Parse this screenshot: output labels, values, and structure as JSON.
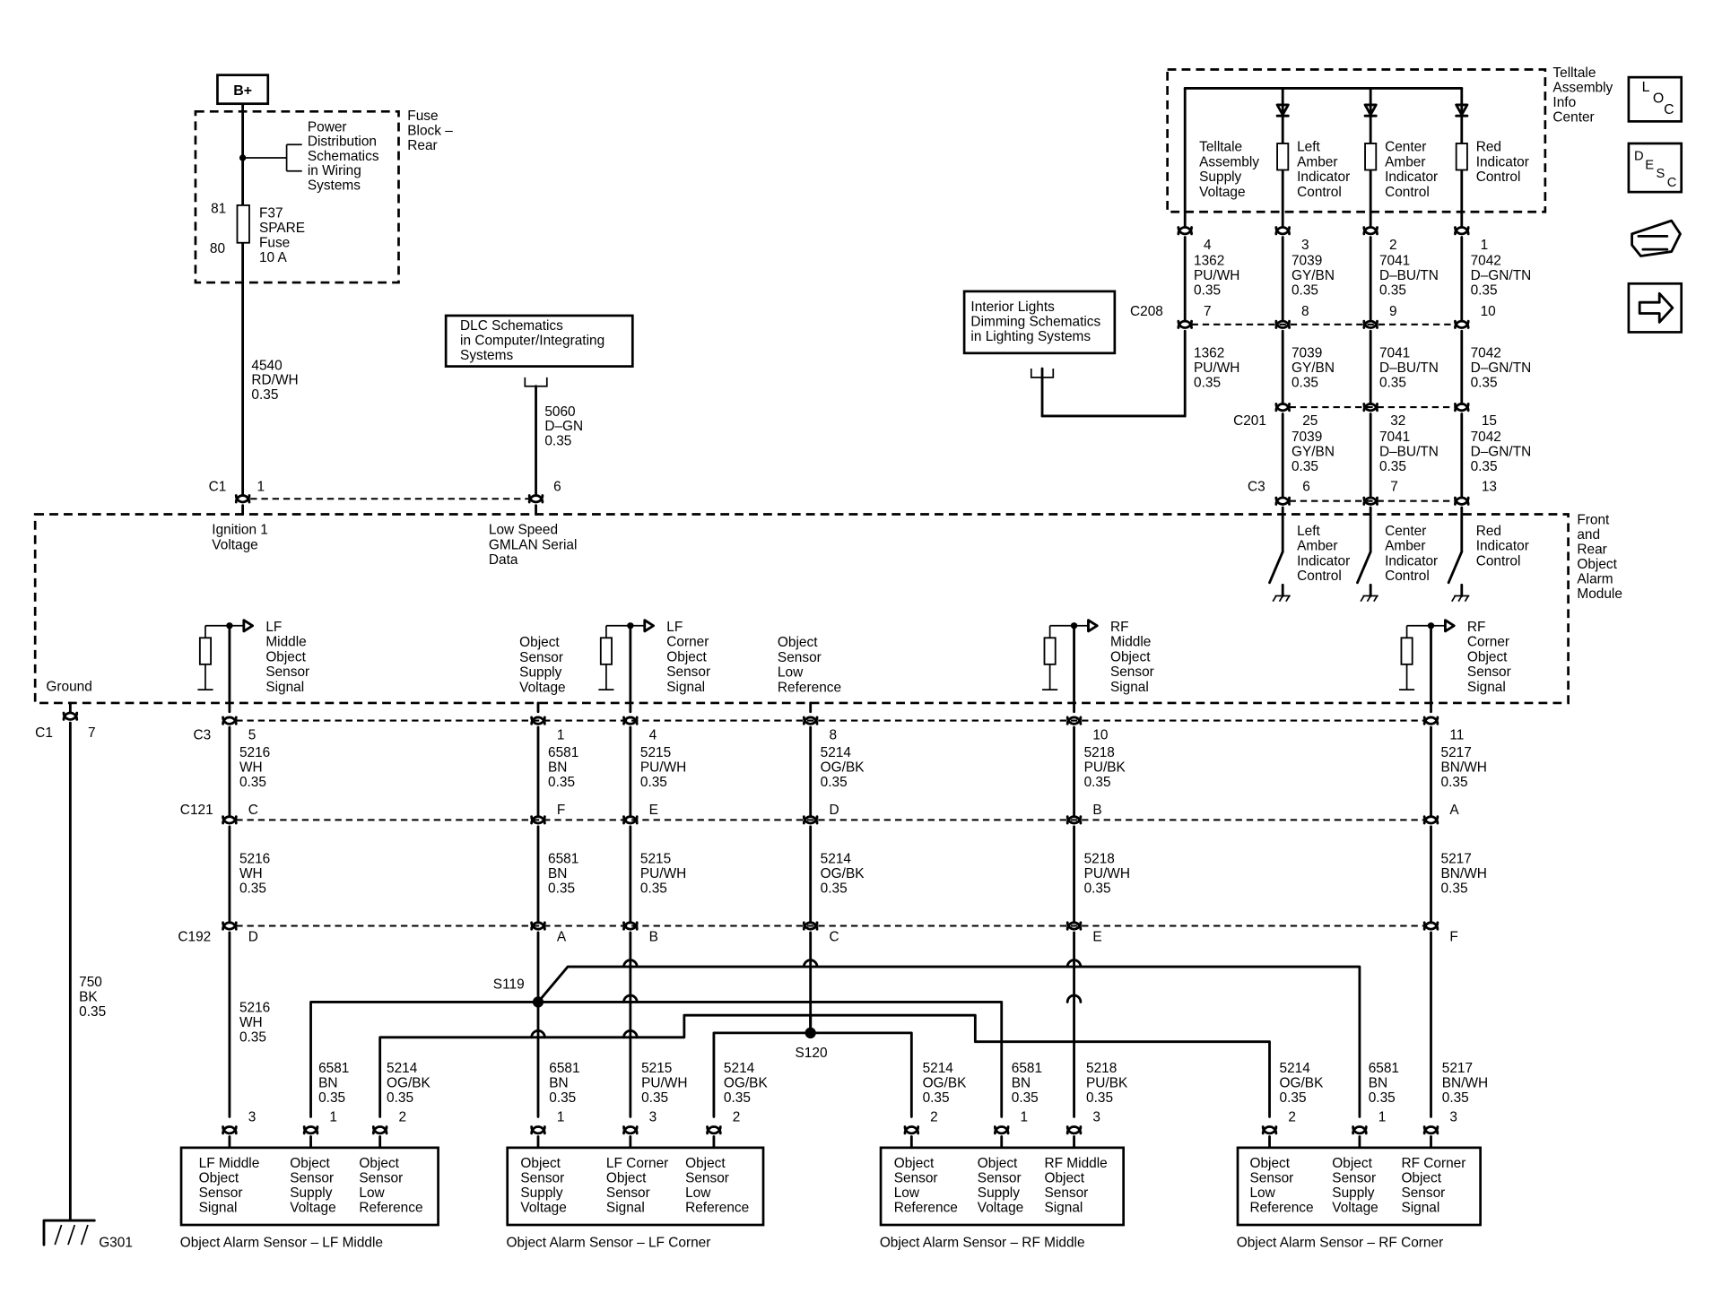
{
  "power": {
    "bplus": "B+",
    "fuse_block_label": [
      "Fuse",
      "Block –",
      "Rear"
    ],
    "power_dist_note": [
      "Power",
      "Distribution",
      "Schematics",
      "in Wiring",
      "Systems"
    ],
    "fuse_pin_in": "81",
    "fuse_pin_out": "80",
    "fuse_label": [
      "F37",
      "SPARE",
      "Fuse",
      "10 A"
    ],
    "wire_4540": [
      "4540",
      "RD/WH",
      "0.35"
    ]
  },
  "dlc": {
    "label": [
      "DLC Schematics",
      "in Computer/Integrating",
      "Systems"
    ],
    "wire_5060": [
      "5060",
      "D–GN",
      "0.35"
    ]
  },
  "module_top": {
    "c1_label": "C1",
    "c1_pin": "1",
    "c1_pin6": "6",
    "ign_label": [
      "Ignition 1",
      "Voltage"
    ],
    "gmlan_label": [
      "Low Speed",
      "GMLAN Serial",
      "Data"
    ]
  },
  "telltale": {
    "name": [
      "Telltale",
      "Assembly",
      "Info",
      "Center"
    ],
    "supply": [
      "Telltale",
      "Assembly",
      "Supply",
      "Voltage"
    ],
    "left": [
      "Left",
      "Amber",
      "Indicator",
      "Control"
    ],
    "center": [
      "Center",
      "Amber",
      "Indicator",
      "Control"
    ],
    "red": [
      "Red",
      "Indicator",
      "Control"
    ],
    "pins": [
      "4",
      "3",
      "2",
      "1"
    ],
    "wires_top": [
      [
        "1362",
        "PU/WH",
        "0.35"
      ],
      [
        "7039",
        "GY/BN",
        "0.35"
      ],
      [
        "7041",
        "D–BU/TN",
        "0.35"
      ],
      [
        "7042",
        "D–GN/TN",
        "0.35"
      ]
    ],
    "c208_label": "C208",
    "c208_pins": [
      "7",
      "8",
      "9",
      "10"
    ],
    "wires_mid": [
      [
        "1362",
        "PU/WH",
        "0.35"
      ],
      [
        "7039",
        "GY/BN",
        "0.35"
      ],
      [
        "7041",
        "D–BU/TN",
        "0.35"
      ],
      [
        "7042",
        "D–GN/TN",
        "0.35"
      ]
    ],
    "c201_label": "C201",
    "c201_pins": [
      "25",
      "32",
      "15"
    ],
    "wires_c201": [
      [
        "7039",
        "GY/BN",
        "0.35"
      ],
      [
        "7041",
        "D–BU/TN",
        "0.35"
      ],
      [
        "7042",
        "D–GN/TN",
        "0.35"
      ]
    ],
    "c3_label": "C3",
    "c3_pins": [
      "6",
      "7",
      "13"
    ],
    "interior_lights": [
      "Interior Lights",
      "Dimming Schematics",
      "in Lighting Systems"
    ]
  },
  "module": {
    "name": [
      "Front",
      "and",
      "Rear",
      "Object",
      "Alarm",
      "Module"
    ],
    "left_amber": [
      "Left",
      "Amber",
      "Indicator",
      "Control"
    ],
    "center_amber": [
      "Center",
      "Amber",
      "Indicator",
      "Control"
    ],
    "red_ind": [
      "Red",
      "Indicator",
      "Control"
    ],
    "ground": "Ground",
    "lf_middle": [
      "LF",
      "Middle",
      "Object",
      "Sensor",
      "Signal"
    ],
    "supply": [
      "Object",
      "Sensor",
      "Supply",
      "Voltage"
    ],
    "lf_corner": [
      "LF",
      "Corner",
      "Object",
      "Sensor",
      "Signal"
    ],
    "low_ref": [
      "Object",
      "Sensor",
      "Low",
      "Reference"
    ],
    "rf_middle": [
      "RF",
      "Middle",
      "Object",
      "Sensor",
      "Signal"
    ],
    "rf_corner": [
      "RF",
      "Corner",
      "Object",
      "Sensor",
      "Signal"
    ]
  },
  "ground": {
    "c1_label": "C1",
    "c1_pin": "7",
    "wire_750": [
      "750",
      "BK",
      "0.35"
    ],
    "g301": "G301"
  },
  "connectors": {
    "c3_label": "C3",
    "c3_pins": [
      "5",
      "1",
      "4",
      "8",
      "10",
      "11"
    ],
    "wires_c3": [
      [
        "5216",
        "WH",
        "0.35"
      ],
      [
        "6581",
        "BN",
        "0.35"
      ],
      [
        "5215",
        "PU/WH",
        "0.35"
      ],
      [
        "5214",
        "OG/BK",
        "0.35"
      ],
      [
        "5218",
        "PU/BK",
        "0.35"
      ],
      [
        "5217",
        "BN/WH",
        "0.35"
      ]
    ],
    "c121_label": "C121",
    "c121_pins": [
      "C",
      "F",
      "E",
      "D",
      "B",
      "A"
    ],
    "wires_c121": [
      [
        "5216",
        "WH",
        "0.35"
      ],
      [
        "6581",
        "BN",
        "0.35"
      ],
      [
        "5215",
        "PU/WH",
        "0.35"
      ],
      [
        "5214",
        "OG/BK",
        "0.35"
      ],
      [
        "5218",
        "PU/WH",
        "0.35"
      ],
      [
        "5217",
        "BN/WH",
        "0.35"
      ]
    ],
    "c192_label": "C192",
    "c192_pins": [
      "D",
      "A",
      "B",
      "C",
      "E",
      "F"
    ]
  },
  "lower": {
    "s119": "S119",
    "s120": "S120",
    "wire_5216": [
      "5216",
      "WH",
      "0.35"
    ],
    "lfm_wires": [
      [
        "6581",
        "BN",
        "0.35"
      ],
      [
        "5214",
        "OG/BK",
        "0.35"
      ]
    ],
    "lfc_wires": [
      [
        "6581",
        "BN",
        "0.35"
      ],
      [
        "5215",
        "PU/WH",
        "0.35"
      ],
      [
        "5214",
        "OG/BK",
        "0.35"
      ]
    ],
    "rfm_wires": [
      [
        "5214",
        "OG/BK",
        "0.35"
      ],
      [
        "6581",
        "BN",
        "0.35"
      ],
      [
        "5218",
        "PU/BK",
        "0.35"
      ]
    ],
    "rfc_wires": [
      [
        "5214",
        "OG/BK",
        "0.35"
      ],
      [
        "6581",
        "BN",
        "0.35"
      ],
      [
        "5217",
        "BN/WH",
        "0.35"
      ]
    ]
  },
  "sensors": [
    {
      "title": "Object Alarm Sensor – LF Middle",
      "pins": [
        "3",
        "1",
        "2"
      ],
      "cols": [
        [
          "LF Middle",
          "Object",
          "Sensor",
          "Signal"
        ],
        [
          "Object",
          "Sensor",
          "Supply",
          "Voltage"
        ],
        [
          "Object",
          "Sensor",
          "Low",
          "Reference"
        ]
      ]
    },
    {
      "title": "Object Alarm Sensor – LF Corner",
      "pins": [
        "1",
        "3",
        "2"
      ],
      "cols": [
        [
          "Object",
          "Sensor",
          "Supply",
          "Voltage"
        ],
        [
          "LF Corner",
          "Object",
          "Sensor",
          "Signal"
        ],
        [
          "Object",
          "Sensor",
          "Low",
          "Reference"
        ]
      ]
    },
    {
      "title": "Object Alarm Sensor – RF Middle",
      "pins": [
        "2",
        "1",
        "3"
      ],
      "cols": [
        [
          "Object",
          "Sensor",
          "Low",
          "Reference"
        ],
        [
          "Object",
          "Sensor",
          "Supply",
          "Voltage"
        ],
        [
          "RF Middle",
          "Object",
          "Sensor",
          "Signal"
        ]
      ]
    },
    {
      "title": "Object Alarm Sensor – RF Corner",
      "pins": [
        "2",
        "1",
        "3"
      ],
      "cols": [
        [
          "Object",
          "Sensor",
          "Low",
          "Reference"
        ],
        [
          "Object",
          "Sensor",
          "Supply",
          "Voltage"
        ],
        [
          "RF Corner",
          "Object",
          "Sensor",
          "Signal"
        ]
      ]
    }
  ],
  "side_icons": {
    "loc": [
      "L",
      "O",
      "C"
    ],
    "desc": [
      "D",
      "E",
      "S",
      "C"
    ]
  }
}
